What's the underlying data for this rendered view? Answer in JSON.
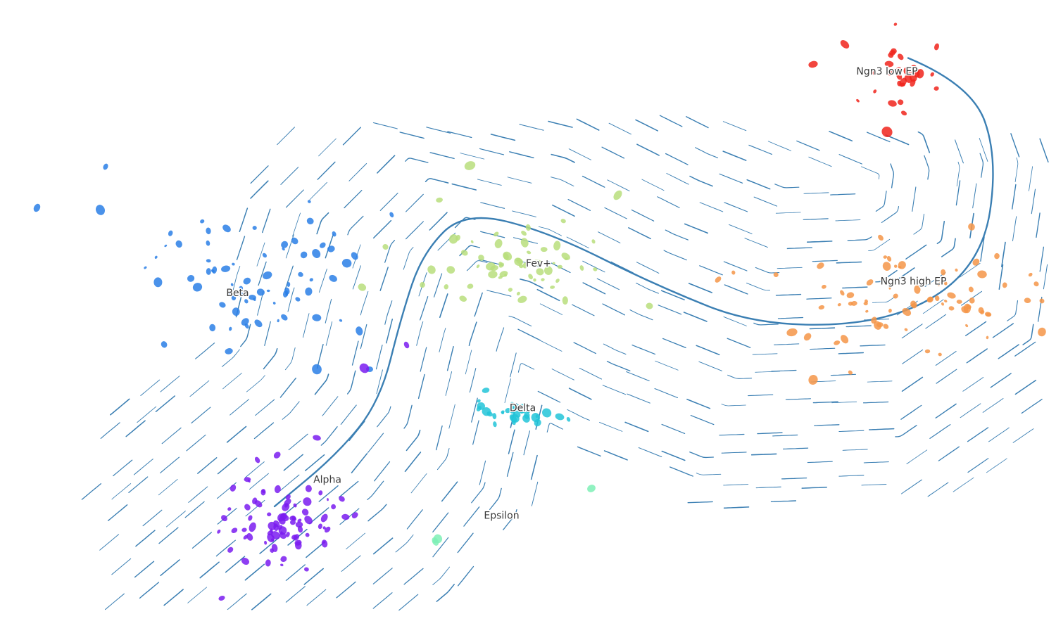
{
  "chart_data": {
    "type": "scatter",
    "title": "",
    "xlabel": "",
    "ylabel": "",
    "xlim": [
      0,
      100
    ],
    "ylim": [
      0,
      60
    ],
    "grid": false,
    "legend": "none",
    "stream_color": "#3b7fb3",
    "clusters": [
      {
        "label": "Ngn3 low EP",
        "color": "#f0251c",
        "center": [
          85.5,
          52.8
        ],
        "spread": [
          3.2,
          3.0
        ],
        "n": 30,
        "extra": [
          [
            77.0,
            53.9
          ],
          [
            80.0,
            55.8
          ],
          [
            84.5,
            50.2
          ],
          [
            84.0,
            47.5
          ]
        ]
      },
      {
        "label": "Ngn3 high EP",
        "color": "#f59548",
        "center": [
          86.0,
          31.0
        ],
        "spread": [
          10.0,
          4.5
        ],
        "n": 70,
        "extra": [
          [
            92.0,
            38.5
          ],
          [
            93.0,
            34.0
          ],
          [
            75.0,
            28.5
          ],
          [
            68.0,
            33.5
          ],
          [
            77.0,
            24.0
          ]
        ]
      },
      {
        "label": "Fev+",
        "color": "#b8de7c",
        "center": [
          47.5,
          35.0
        ],
        "spread": [
          8.0,
          3.5
        ],
        "n": 55,
        "extra": [
          [
            44.5,
            44.3
          ],
          [
            36.5,
            36.6
          ],
          [
            40.0,
            33.0
          ],
          [
            61.5,
            31.0
          ],
          [
            58.5,
            41.5
          ]
        ]
      },
      {
        "label": "Beta",
        "color": "#2a7fe6",
        "center": [
          24.0,
          34.0
        ],
        "spread": [
          9.5,
          5.0
        ],
        "n": 70,
        "extra": [
          [
            3.5,
            40.3
          ],
          [
            10.0,
            44.2
          ],
          [
            9.5,
            40.1
          ],
          [
            30.0,
            25.0
          ],
          [
            35.0,
            25.0
          ]
        ]
      },
      {
        "label": "Delta",
        "color": "#22c4d8",
        "center": [
          49.0,
          20.7
        ],
        "spread": [
          3.5,
          1.2
        ],
        "n": 28,
        "extra": [
          [
            46.0,
            23.0
          ],
          [
            53.0,
            20.5
          ]
        ]
      },
      {
        "label": "Alpha",
        "color": "#7a1cf0",
        "center": [
          26.0,
          10.5
        ],
        "spread": [
          5.5,
          4.5
        ],
        "n": 80,
        "extra": [
          [
            21.0,
            3.3
          ],
          [
            34.5,
            25.1
          ],
          [
            38.5,
            27.3
          ],
          [
            30.0,
            18.5
          ]
        ]
      },
      {
        "label": "Epsilon",
        "color": "#7ef0b6",
        "center": [
          41.4,
          8.7
        ],
        "spread": [
          0.4,
          0.3
        ],
        "n": 3,
        "extra": [
          [
            56.0,
            13.7
          ]
        ]
      }
    ],
    "annotations": [
      {
        "text": "Ngn3 low EP",
        "x": 84.0,
        "y": 53.2
      },
      {
        "text": "Ngn3 high EP",
        "x": 86.5,
        "y": 33.3
      },
      {
        "text": "Fev+",
        "x": 51.0,
        "y": 35.0
      },
      {
        "text": "Beta",
        "x": 22.5,
        "y": 32.2
      },
      {
        "text": "Delta",
        "x": 49.5,
        "y": 21.3
      },
      {
        "text": "Alpha",
        "x": 31.0,
        "y": 14.5
      },
      {
        "text": "Epsilon",
        "x": 47.5,
        "y": 11.1
      }
    ]
  }
}
